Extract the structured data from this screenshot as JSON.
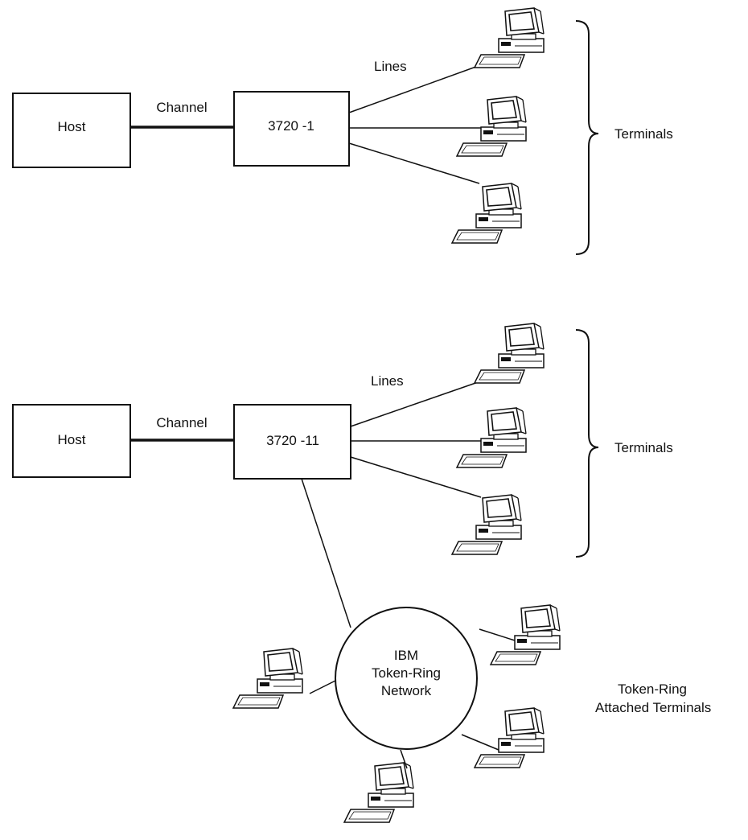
{
  "top": {
    "host_label": "Host",
    "channel_label": "Channel",
    "controller_label": "3720 -1",
    "lines_label": "Lines",
    "terminals_label": "Terminals"
  },
  "bottom": {
    "host_label": "Host",
    "channel_label": "Channel",
    "controller_label": "3720 -11",
    "lines_label": "Lines",
    "terminals_label": "Terminals",
    "ring_label": [
      "IBM",
      "Token-Ring",
      "Network"
    ],
    "ring_terminals_label": [
      "Token-Ring",
      "Attached Terminals"
    ]
  },
  "icons": {
    "terminal": "computer-terminal-icon"
  }
}
